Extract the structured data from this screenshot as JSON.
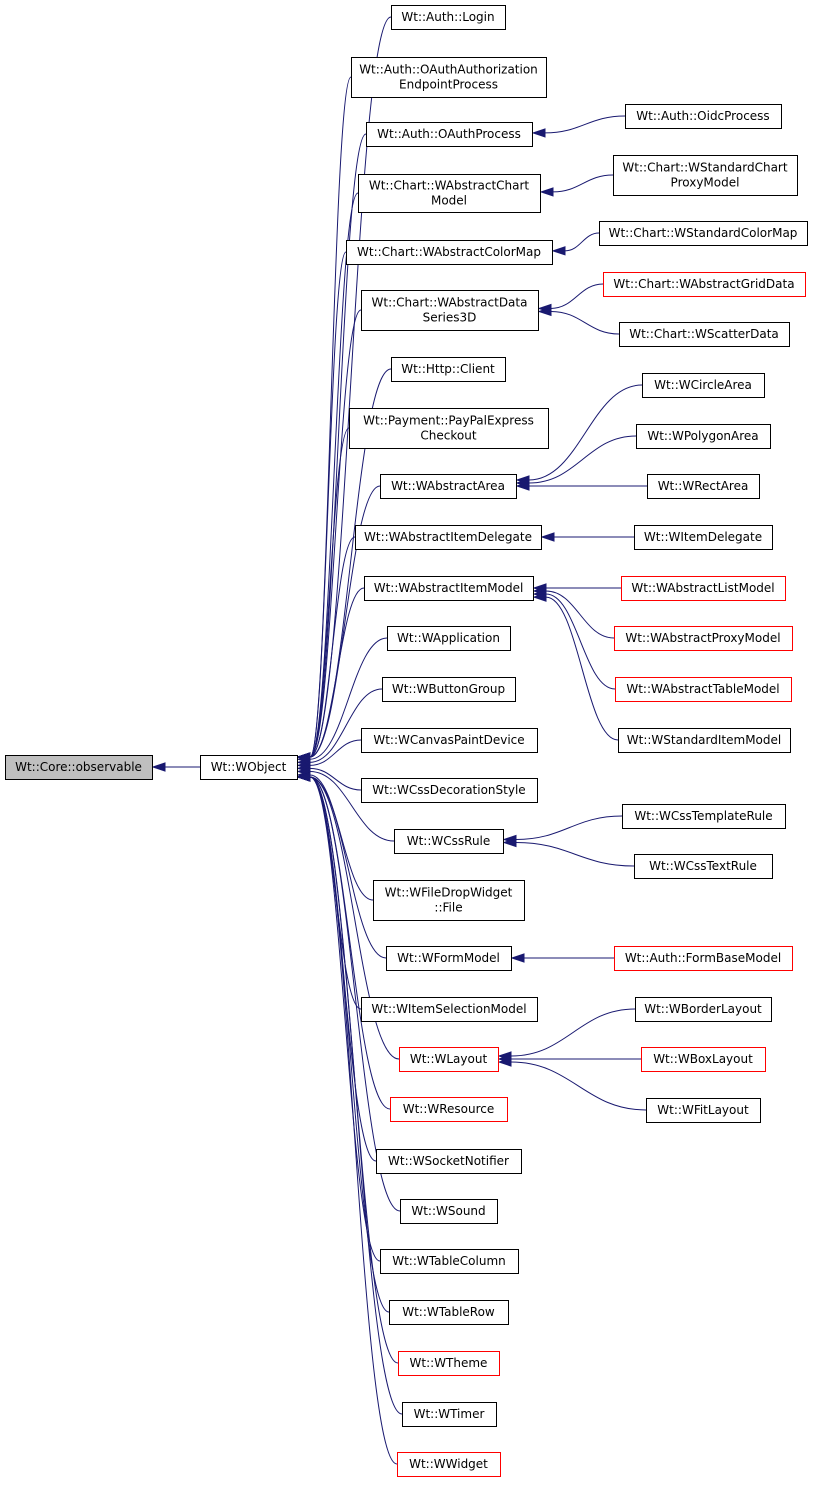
{
  "colors": {
    "edge": "#191970",
    "border_normal": "#000000",
    "border_red": "#ff0000",
    "root_fill": "#bfbfbf",
    "node_fill": "#ffffff"
  },
  "nodes": [
    {
      "id": "core_observable",
      "lines": [
        "Wt::Core::observable"
      ],
      "style": "root"
    },
    {
      "id": "wobject",
      "lines": [
        "Wt::WObject"
      ],
      "style": "normal"
    },
    {
      "id": "auth_login",
      "lines": [
        "Wt::Auth::Login"
      ],
      "style": "normal"
    },
    {
      "id": "oauth_authorization",
      "lines": [
        "Wt::Auth::OAuthAuthorization",
        "EndpointProcess"
      ],
      "style": "normal"
    },
    {
      "id": "oauth_process",
      "lines": [
        "Wt::Auth::OAuthProcess"
      ],
      "style": "normal"
    },
    {
      "id": "oidc_process",
      "lines": [
        "Wt::Auth::OidcProcess"
      ],
      "style": "normal"
    },
    {
      "id": "abstract_chart_model",
      "lines": [
        "Wt::Chart::WAbstractChart",
        "Model"
      ],
      "style": "normal"
    },
    {
      "id": "standard_chart_proxy",
      "lines": [
        "Wt::Chart::WStandardChart",
        "ProxyModel"
      ],
      "style": "normal"
    },
    {
      "id": "abstract_color_map",
      "lines": [
        "Wt::Chart::WAbstractColorMap"
      ],
      "style": "normal"
    },
    {
      "id": "standard_color_map",
      "lines": [
        "Wt::Chart::WStandardColorMap"
      ],
      "style": "normal"
    },
    {
      "id": "abstract_data_series",
      "lines": [
        "Wt::Chart::WAbstractData",
        "Series3D"
      ],
      "style": "normal"
    },
    {
      "id": "abstract_grid_data",
      "lines": [
        "Wt::Chart::WAbstractGridData"
      ],
      "style": "red"
    },
    {
      "id": "scatter_data",
      "lines": [
        "Wt::Chart::WScatterData"
      ],
      "style": "normal"
    },
    {
      "id": "http_client",
      "lines": [
        "Wt::Http::Client"
      ],
      "style": "normal"
    },
    {
      "id": "paypal_checkout",
      "lines": [
        "Wt::Payment::PayPalExpress",
        "Checkout"
      ],
      "style": "normal"
    },
    {
      "id": "circle_area",
      "lines": [
        "Wt::WCircleArea"
      ],
      "style": "normal"
    },
    {
      "id": "polygon_area",
      "lines": [
        "Wt::WPolygonArea"
      ],
      "style": "normal"
    },
    {
      "id": "abstract_area",
      "lines": [
        "Wt::WAbstractArea"
      ],
      "style": "normal"
    },
    {
      "id": "rect_area",
      "lines": [
        "Wt::WRectArea"
      ],
      "style": "normal"
    },
    {
      "id": "abstract_item_delegate",
      "lines": [
        "Wt::WAbstractItemDelegate"
      ],
      "style": "normal"
    },
    {
      "id": "item_delegate",
      "lines": [
        "Wt::WItemDelegate"
      ],
      "style": "normal"
    },
    {
      "id": "abstract_item_model",
      "lines": [
        "Wt::WAbstractItemModel"
      ],
      "style": "normal"
    },
    {
      "id": "abstract_list_model",
      "lines": [
        "Wt::WAbstractListModel"
      ],
      "style": "red"
    },
    {
      "id": "application",
      "lines": [
        "Wt::WApplication"
      ],
      "style": "normal"
    },
    {
      "id": "abstract_proxy_model",
      "lines": [
        "Wt::WAbstractProxyModel"
      ],
      "style": "red"
    },
    {
      "id": "button_group",
      "lines": [
        "Wt::WButtonGroup"
      ],
      "style": "normal"
    },
    {
      "id": "abstract_table_model",
      "lines": [
        "Wt::WAbstractTableModel"
      ],
      "style": "red"
    },
    {
      "id": "canvas_paint_device",
      "lines": [
        "Wt::WCanvasPaintDevice"
      ],
      "style": "normal"
    },
    {
      "id": "standard_item_model",
      "lines": [
        "Wt::WStandardItemModel"
      ],
      "style": "normal"
    },
    {
      "id": "css_decoration_style",
      "lines": [
        "Wt::WCssDecorationStyle"
      ],
      "style": "normal"
    },
    {
      "id": "css_template_rule",
      "lines": [
        "Wt::WCssTemplateRule"
      ],
      "style": "normal"
    },
    {
      "id": "css_rule",
      "lines": [
        "Wt::WCssRule"
      ],
      "style": "normal"
    },
    {
      "id": "css_text_rule",
      "lines": [
        "Wt::WCssTextRule"
      ],
      "style": "normal"
    },
    {
      "id": "file_drop_widget_file",
      "lines": [
        "Wt::WFileDropWidget",
        "::File"
      ],
      "style": "normal"
    },
    {
      "id": "form_model",
      "lines": [
        "Wt::WFormModel"
      ],
      "style": "normal"
    },
    {
      "id": "form_base_model",
      "lines": [
        "Wt::Auth::FormBaseModel"
      ],
      "style": "red"
    },
    {
      "id": "item_selection_model",
      "lines": [
        "Wt::WItemSelectionModel"
      ],
      "style": "normal"
    },
    {
      "id": "border_layout",
      "lines": [
        "Wt::WBorderLayout"
      ],
      "style": "normal"
    },
    {
      "id": "layout",
      "lines": [
        "Wt::WLayout"
      ],
      "style": "red"
    },
    {
      "id": "box_layout",
      "lines": [
        "Wt::WBoxLayout"
      ],
      "style": "red"
    },
    {
      "id": "fit_layout",
      "lines": [
        "Wt::WFitLayout"
      ],
      "style": "normal"
    },
    {
      "id": "resource",
      "lines": [
        "Wt::WResource"
      ],
      "style": "red"
    },
    {
      "id": "socket_notifier",
      "lines": [
        "Wt::WSocketNotifier"
      ],
      "style": "normal"
    },
    {
      "id": "sound",
      "lines": [
        "Wt::WSound"
      ],
      "style": "normal"
    },
    {
      "id": "table_column",
      "lines": [
        "Wt::WTableColumn"
      ],
      "style": "normal"
    },
    {
      "id": "table_row",
      "lines": [
        "Wt::WTableRow"
      ],
      "style": "normal"
    },
    {
      "id": "theme",
      "lines": [
        "Wt::WTheme"
      ],
      "style": "red"
    },
    {
      "id": "timer",
      "lines": [
        "Wt::WTimer"
      ],
      "style": "normal"
    },
    {
      "id": "widget",
      "lines": [
        "Wt::WWidget"
      ],
      "style": "red"
    }
  ],
  "edges": [
    {
      "from": "wobject",
      "to": "core_observable"
    },
    {
      "from": "auth_login",
      "to": "wobject"
    },
    {
      "from": "oauth_authorization",
      "to": "wobject"
    },
    {
      "from": "oauth_process",
      "to": "wobject"
    },
    {
      "from": "abstract_chart_model",
      "to": "wobject"
    },
    {
      "from": "abstract_color_map",
      "to": "wobject"
    },
    {
      "from": "abstract_data_series",
      "to": "wobject"
    },
    {
      "from": "http_client",
      "to": "wobject"
    },
    {
      "from": "paypal_checkout",
      "to": "wobject"
    },
    {
      "from": "abstract_area",
      "to": "wobject"
    },
    {
      "from": "abstract_item_delegate",
      "to": "wobject"
    },
    {
      "from": "abstract_item_model",
      "to": "wobject"
    },
    {
      "from": "application",
      "to": "wobject"
    },
    {
      "from": "button_group",
      "to": "wobject"
    },
    {
      "from": "canvas_paint_device",
      "to": "wobject"
    },
    {
      "from": "css_decoration_style",
      "to": "wobject"
    },
    {
      "from": "css_rule",
      "to": "wobject"
    },
    {
      "from": "file_drop_widget_file",
      "to": "wobject"
    },
    {
      "from": "form_model",
      "to": "wobject"
    },
    {
      "from": "item_selection_model",
      "to": "wobject"
    },
    {
      "from": "layout",
      "to": "wobject"
    },
    {
      "from": "resource",
      "to": "wobject"
    },
    {
      "from": "socket_notifier",
      "to": "wobject"
    },
    {
      "from": "sound",
      "to": "wobject"
    },
    {
      "from": "table_column",
      "to": "wobject"
    },
    {
      "from": "table_row",
      "to": "wobject"
    },
    {
      "from": "theme",
      "to": "wobject"
    },
    {
      "from": "timer",
      "to": "wobject"
    },
    {
      "from": "widget",
      "to": "wobject"
    },
    {
      "from": "oidc_process",
      "to": "oauth_process"
    },
    {
      "from": "standard_chart_proxy",
      "to": "abstract_chart_model"
    },
    {
      "from": "standard_color_map",
      "to": "abstract_color_map"
    },
    {
      "from": "abstract_grid_data",
      "to": "abstract_data_series"
    },
    {
      "from": "scatter_data",
      "to": "abstract_data_series"
    },
    {
      "from": "circle_area",
      "to": "abstract_area"
    },
    {
      "from": "polygon_area",
      "to": "abstract_area"
    },
    {
      "from": "rect_area",
      "to": "abstract_area"
    },
    {
      "from": "item_delegate",
      "to": "abstract_item_delegate"
    },
    {
      "from": "abstract_list_model",
      "to": "abstract_item_model"
    },
    {
      "from": "abstract_proxy_model",
      "to": "abstract_item_model"
    },
    {
      "from": "abstract_table_model",
      "to": "abstract_item_model"
    },
    {
      "from": "standard_item_model",
      "to": "abstract_item_model"
    },
    {
      "from": "css_template_rule",
      "to": "css_rule"
    },
    {
      "from": "css_text_rule",
      "to": "css_rule"
    },
    {
      "from": "form_base_model",
      "to": "form_model"
    },
    {
      "from": "border_layout",
      "to": "layout"
    },
    {
      "from": "box_layout",
      "to": "layout"
    },
    {
      "from": "fit_layout",
      "to": "layout"
    }
  ]
}
